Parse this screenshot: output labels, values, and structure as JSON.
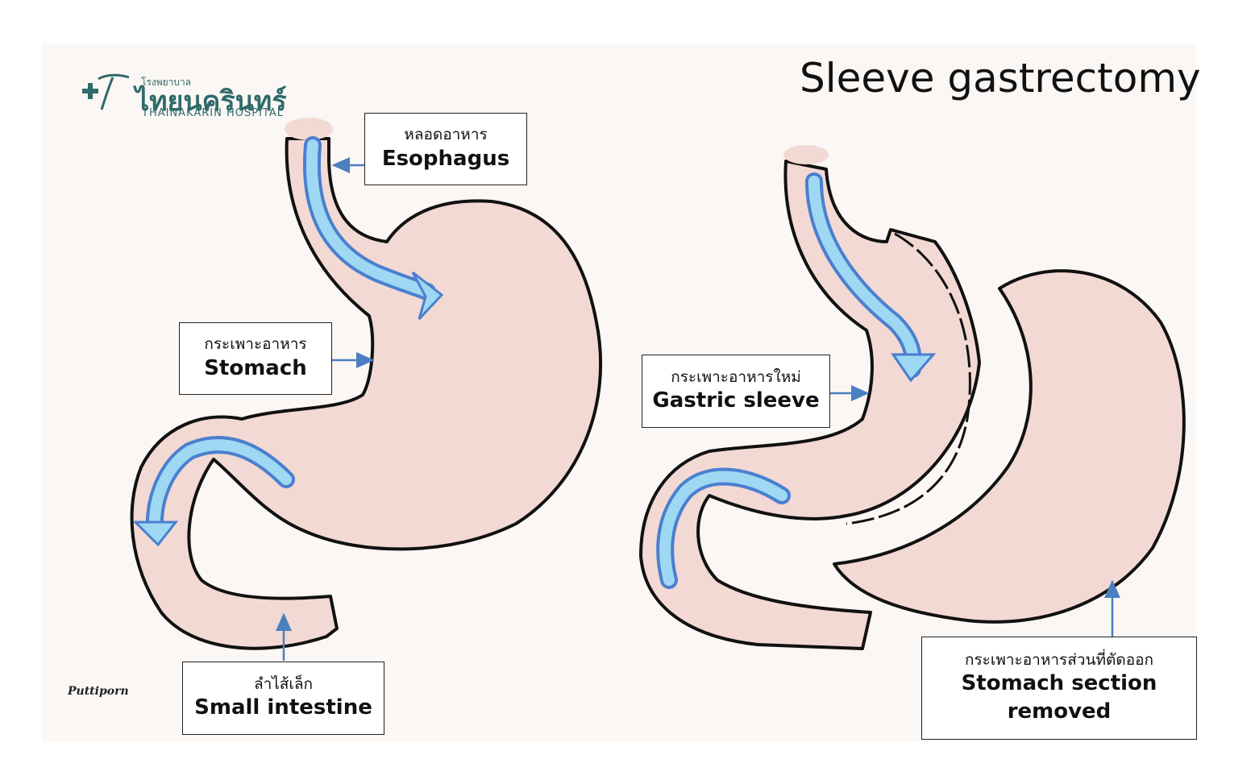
{
  "title": "Sleeve gastrectomy",
  "logo": {
    "thai_small": "โรงพยาบาล",
    "thai_name": "ไทยนครินทร์",
    "english_name": "THAINAKARIN HOSPITAL",
    "icon": "cross-t-logo-icon"
  },
  "labels": {
    "esophagus": {
      "thai": "หลอดอาหาร",
      "english": "Esophagus"
    },
    "stomach": {
      "thai": "กระเพาะอาหาร",
      "english": "Stomach"
    },
    "small_intestine": {
      "thai": "ลำไส้เล็ก",
      "english": "Small intestine"
    },
    "gastric_sleeve": {
      "thai": "กระเพาะอาหารใหม่",
      "english": "Gastric sleeve"
    },
    "removed_section": {
      "thai": "กระเพาะอาหารส่วนที่ตัดออก",
      "english_line1": "Stomach section",
      "english_line2": "removed"
    }
  },
  "signature": "Puttiporn",
  "colors": {
    "organ_fill": "#f3d9d3",
    "flow_arrow": "#9fd8f3",
    "flow_arrow_edge": "#4a7fd0",
    "pointer_arrow": "#4a7fc0",
    "outline": "#111111",
    "logo": "#2f6b6a"
  }
}
